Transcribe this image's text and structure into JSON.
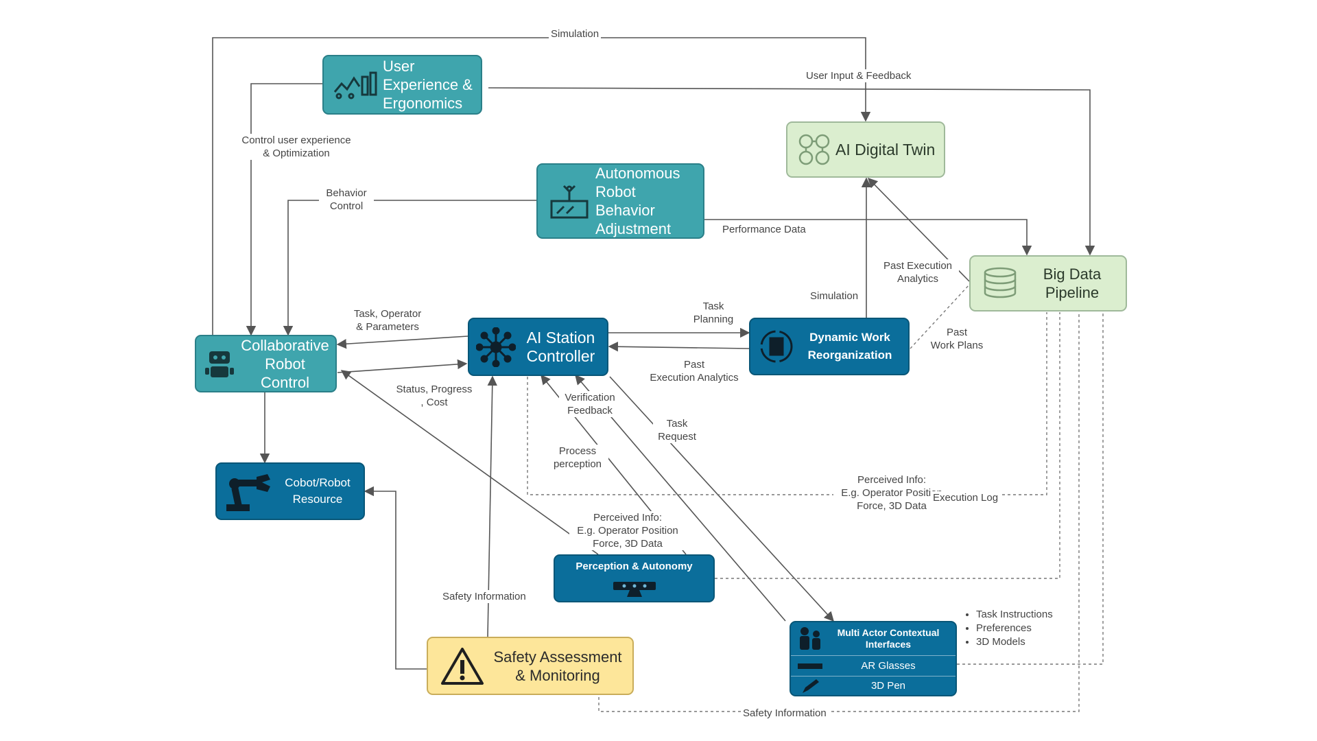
{
  "colors": {
    "teal": "#3fa5ad",
    "dark_blue": "#0b6e9b",
    "light_green": "#dbeecf",
    "yellow": "#fde69a",
    "line": "#555555"
  },
  "nodes": {
    "ux": {
      "label": "User\nExperience &\nErgonomics",
      "icon": "ergonomics-icon"
    },
    "twin": {
      "label": "AI Digital Twin",
      "icon": "digital-twin-icon"
    },
    "arba": {
      "label": "Autonomous\nRobot\nBehavior\nAdjustment",
      "icon": "robot-factory-icon"
    },
    "bigdata": {
      "label": "Big Data\nPipeline",
      "icon": "database-icon"
    },
    "crc": {
      "label": "Collaborative\nRobot\nControl",
      "icon": "robot-icon"
    },
    "aisc": {
      "label": "AI Station\nController",
      "icon": "network-hub-icon"
    },
    "dwr": {
      "label": "Dynamic Work\nReorganization",
      "icon": "document-cycle-icon"
    },
    "cobot": {
      "label": "Cobot/Robot\nResource",
      "icon": "robot-arm-icon"
    },
    "perception": {
      "label": "Perception & Autonomy",
      "icon": "sensor-camera-icon"
    },
    "safety": {
      "label": "Safety Assessment\n& Monitoring",
      "icon": "warning-icon"
    },
    "multi": {
      "title": "Multi Actor Contextual\nInterfaces",
      "ar": "AR Glasses",
      "pen": "3D Pen",
      "icons": [
        "workers-icon",
        "glasses-icon",
        "pen-icon"
      ]
    }
  },
  "labels": {
    "simulation_top": "Simulation",
    "user_input": "User Input & Feedback",
    "control_ux": "Control user experience\n& Optimization",
    "behavior_control": "Behavior\nControl",
    "performance_data": "Performance Data",
    "past_exec_analytics_top": "Past Execution\nAnalytics",
    "simulation_mid": "Simulation",
    "task_operator": "Task, Operator\n& Parameters",
    "task_planning": "Task\nPlanning",
    "past_work_plans": "Past\nWork Plans",
    "past_exec_analytics_mid": "Past\nExecution Analytics",
    "status_progress": "Status, Progress\n, Cost",
    "verification_feedback": "Verification\nFeedback",
    "task_request": "Task\nRequest",
    "process_perception": "Process\nperception",
    "perceived_info_right": "Perceived Info:\nE.g. Operator Position\nForce, 3D Data",
    "execution_log": "Execution Log",
    "perceived_info_center": "Perceived Info:\nE.g. Operator Position\nForce, 3D Data",
    "safety_information_left": "Safety Information",
    "safety_information_bottom": "Safety Information"
  },
  "bullets": [
    "Task Instructions",
    "Preferences",
    "3D Models"
  ]
}
